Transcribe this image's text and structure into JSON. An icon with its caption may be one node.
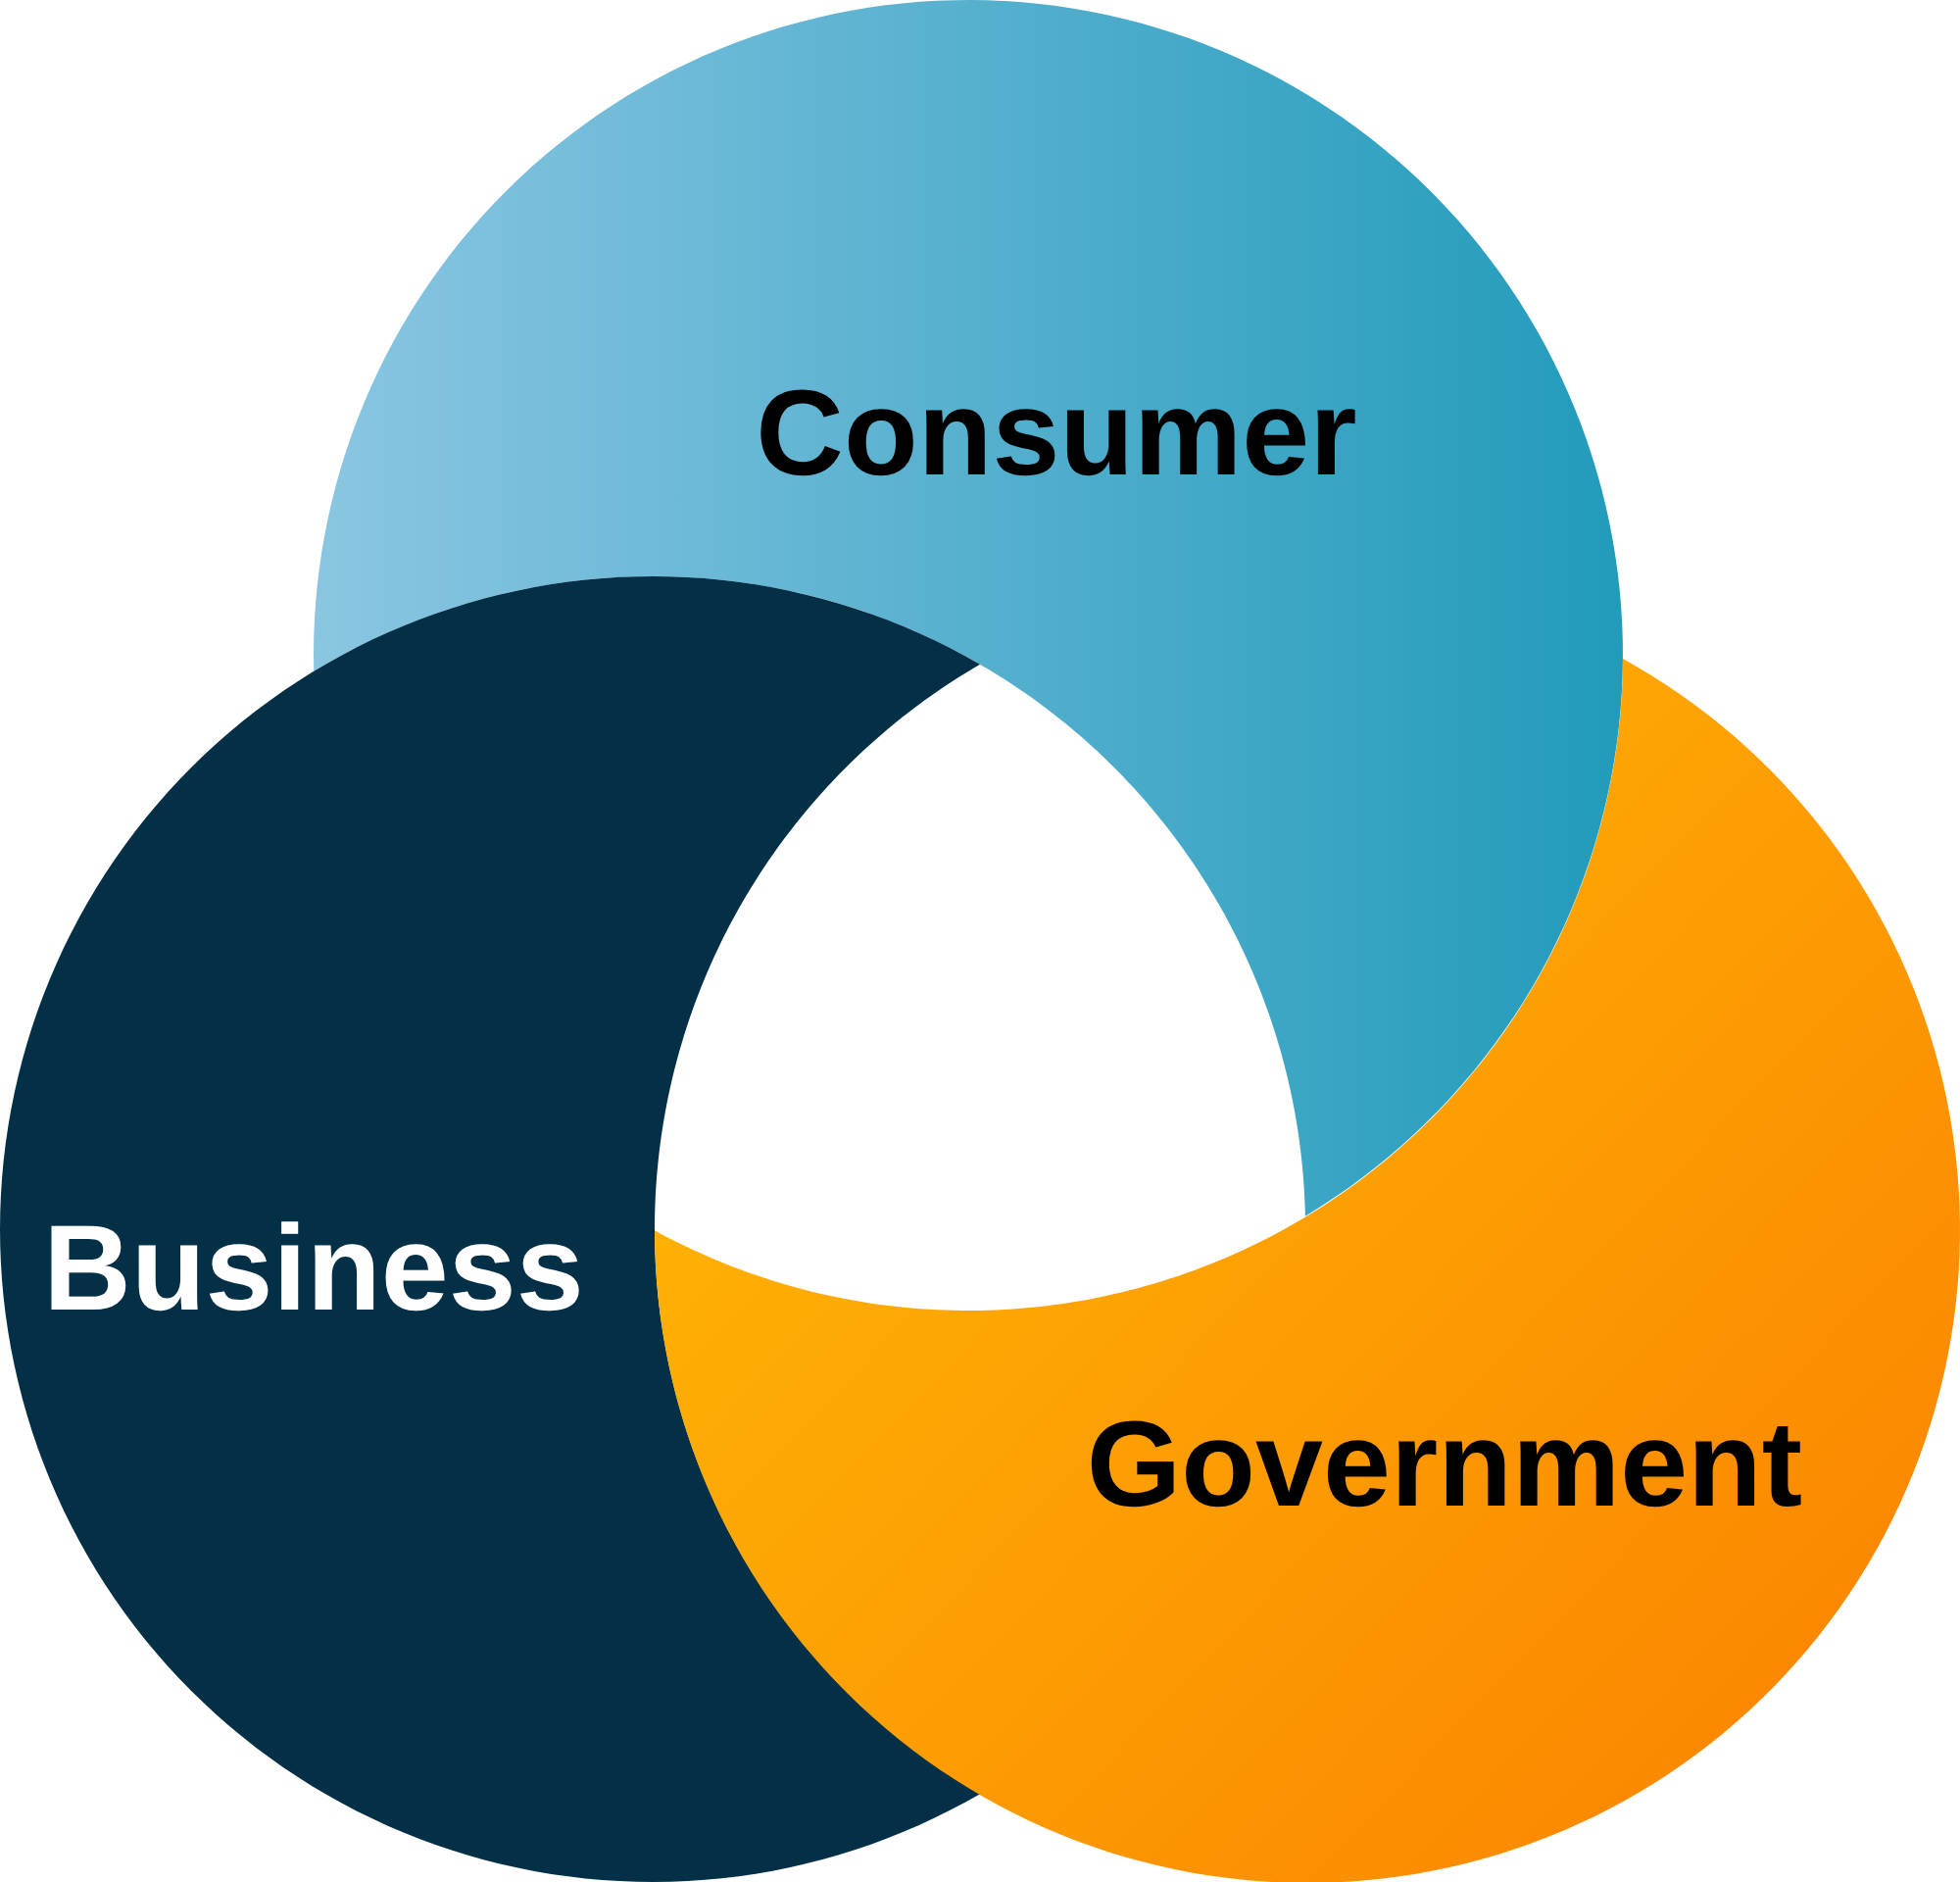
{
  "diagram": {
    "nodes": [
      {
        "text": [
          "Consumer"
        ]
      },
      {
        "text": [
          "Business"
        ]
      },
      {
        "text": [
          "Government"
        ]
      }
    ]
  }
}
